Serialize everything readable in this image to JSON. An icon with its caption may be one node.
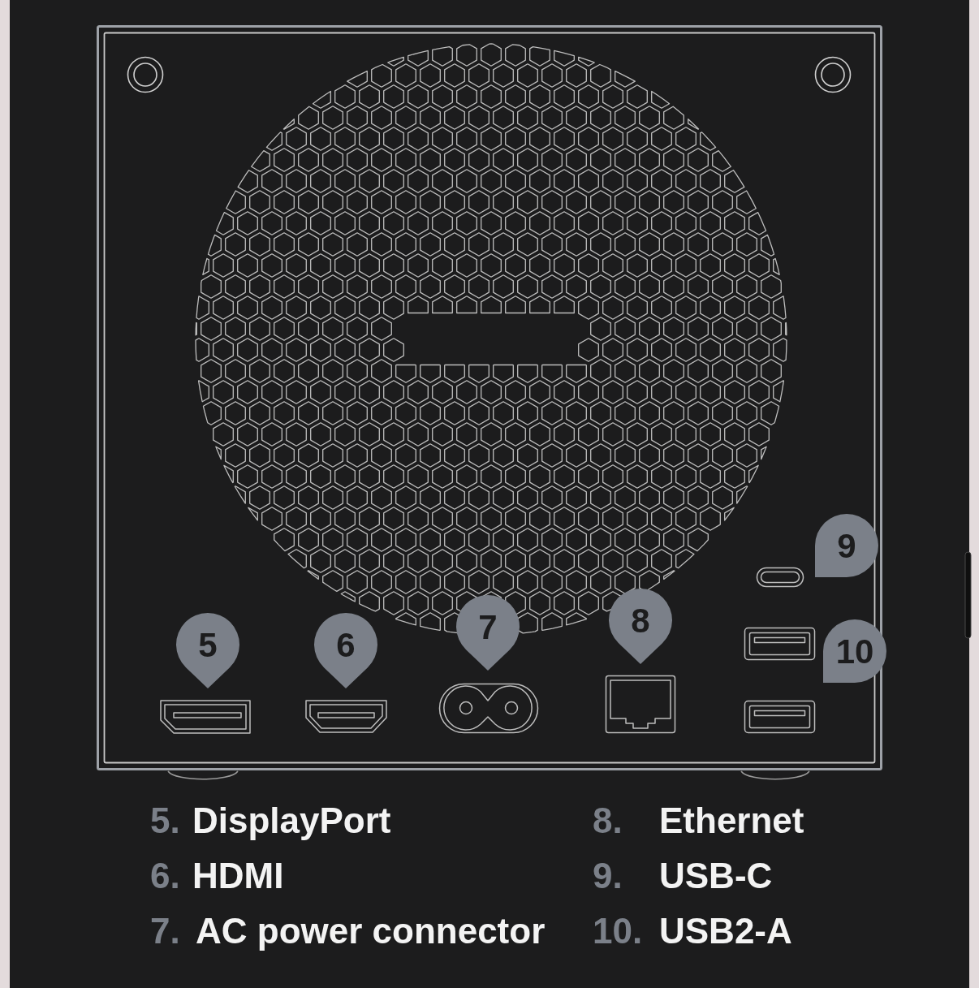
{
  "diagram": {
    "nodes": [
      {
        "text": [
          "5"
        ]
      },
      {
        "text": [
          "6"
        ]
      },
      {
        "text": [
          "7"
        ]
      },
      {
        "text": [
          "8"
        ]
      },
      {
        "text": [
          "9"
        ]
      },
      {
        "text": [
          "10"
        ]
      }
    ],
    "labels": [
      "5.",
      "DisplayPort",
      "6.",
      "HDMI",
      "7.",
      "AC power connector",
      "8.",
      "Ethernet",
      "9.",
      "USB-C",
      "10.",
      "USB2-A"
    ]
  }
}
